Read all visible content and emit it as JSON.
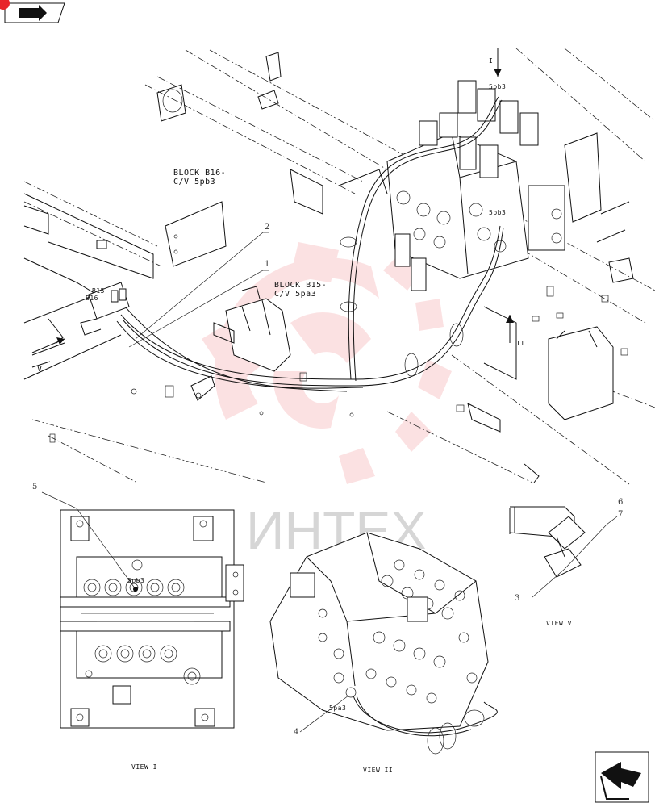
{
  "nav": {
    "prev_icon": "page-back-arrow-icon",
    "next_icon": "page-forward-arrow-icon"
  },
  "labels": {
    "block_b16_line1": "BLOCK B16-",
    "block_b16_line2": "C/V 5pb3",
    "block_b15_line1": "BLOCK B15-",
    "block_b15_line2": "C/V 5pa3",
    "port_5pb3_top": "5pb3",
    "port_5pb3_side": "5pb3",
    "connector_b15": "B15",
    "connector_b16": "B16",
    "view_arrow_v": "V",
    "view_arrow_i": "I",
    "view_arrow_ii": "II",
    "port_5pb3_view1": "5pb3",
    "port_5pa3_view2": "5pa3"
  },
  "callouts": [
    "1",
    "2",
    "3",
    "4",
    "5",
    "6",
    "7"
  ],
  "views": {
    "view_1": "VIEW I",
    "view_2": "VIEW II",
    "view_v": "VIEW V"
  },
  "watermark": {
    "text": "ИНТЕХ",
    "color": "#e8242b"
  }
}
